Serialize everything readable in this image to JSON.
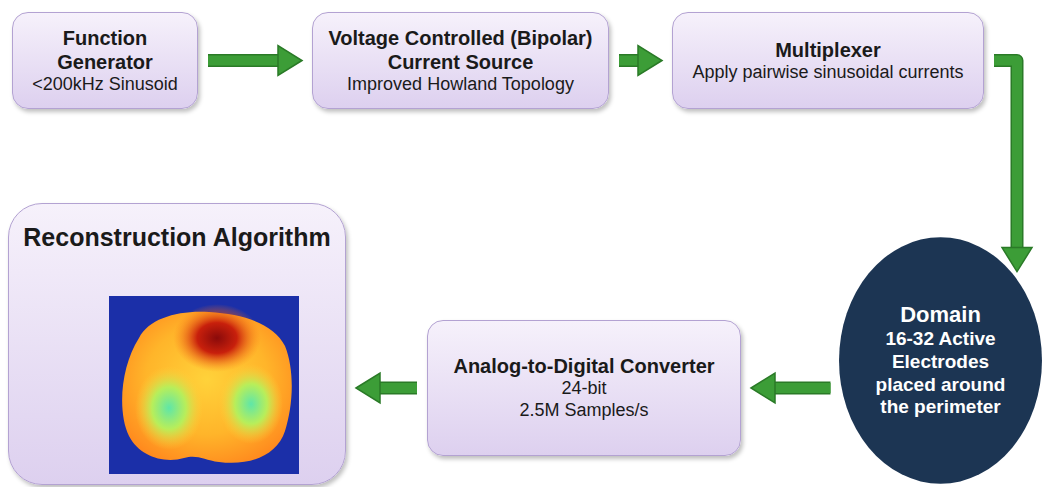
{
  "diagram": {
    "nodes": [
      {
        "text": [
          "Function Generator",
          "<200kHz Sinusoid"
        ]
      },
      {
        "text": [
          "Voltage Controlled (Bipolar) Current Source",
          "Improved Howland Topology"
        ]
      },
      {
        "text": [
          "Multiplexer",
          "Apply pairwise sinusoidal currents"
        ]
      },
      {
        "text": [
          "Domain",
          "16-32 Active Electrodes placed around the perimeter"
        ]
      },
      {
        "text": [
          "Analog-to-Digital Converter",
          "24-bit",
          "2.5M Samples/s"
        ]
      },
      {
        "text": [
          "Reconstruction Algorithm"
        ]
      }
    ],
    "edges": [
      {
        "from": 0,
        "to": 1,
        "arrow": "to"
      },
      {
        "from": 1,
        "to": 2,
        "arrow": "to"
      },
      {
        "from": 2,
        "to": 3,
        "arrow": "to"
      },
      {
        "from": 3,
        "to": 4,
        "arrow": "to"
      },
      {
        "from": 4,
        "to": 5,
        "arrow": "to"
      }
    ]
  }
}
